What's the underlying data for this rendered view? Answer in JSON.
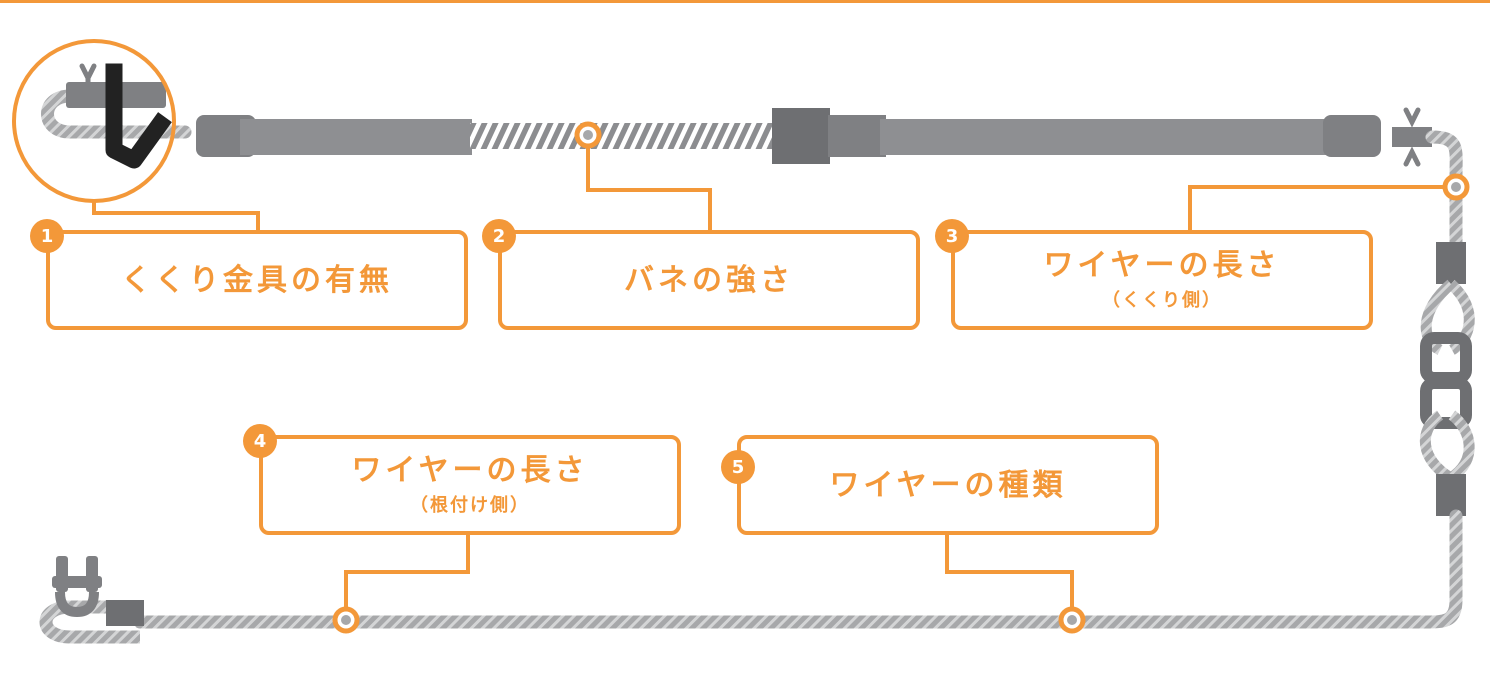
{
  "colors": {
    "accent": "#F39839",
    "grip": "#7F8083",
    "grip_dark": "#6E6F72",
    "wire": "#A7A8AA",
    "hook": "#222222"
  },
  "labels": [
    {
      "number": "1",
      "title": "くくり金具の有無",
      "sub": ""
    },
    {
      "number": "2",
      "title": "バネの強さ",
      "sub": ""
    },
    {
      "number": "3",
      "title": "ワイヤーの長さ",
      "sub": "（くくり側）"
    },
    {
      "number": "4",
      "title": "ワイヤーの長さ",
      "sub": "（根付け側）"
    },
    {
      "number": "5",
      "title": "ワイヤーの種類",
      "sub": ""
    }
  ],
  "icons": [
    "hook-icon",
    "spring-icon",
    "turnbuckle-icon",
    "chain-link-icon",
    "shackle-icon",
    "wire-rope-icon"
  ]
}
